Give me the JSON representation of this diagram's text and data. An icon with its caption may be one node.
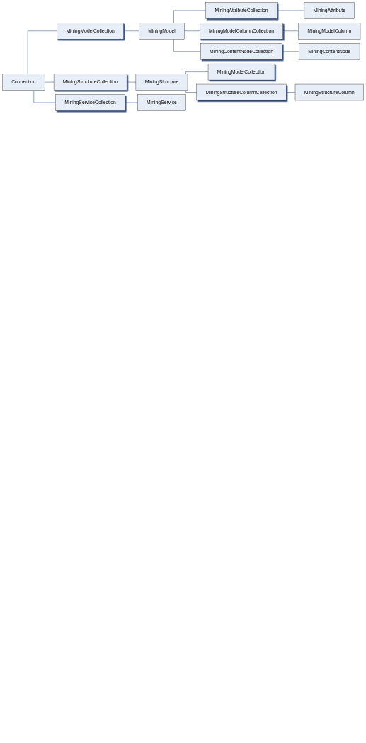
{
  "diagram": {
    "nodes": [
      {
        "text": [
          "Connection"
        ]
      },
      {
        "text": [
          "MiningModelCollection"
        ]
      },
      {
        "text": [
          "MiningModel"
        ]
      },
      {
        "text": [
          "MiningAttributeCollection"
        ]
      },
      {
        "text": [
          "MiningAttribute"
        ]
      },
      {
        "text": [
          "MiningModelColumnCollection"
        ]
      },
      {
        "text": [
          "MiningModelColumn"
        ]
      },
      {
        "text": [
          "MiningContentNodeCollection"
        ]
      },
      {
        "text": [
          "MiningContentNode"
        ]
      },
      {
        "text": [
          "MiningStructureCollection"
        ]
      },
      {
        "text": [
          "MiningStructure"
        ]
      },
      {
        "text": [
          "MiningModelCollection"
        ]
      },
      {
        "text": [
          "MiningStructureColumnCollection"
        ]
      },
      {
        "text": [
          "MiningStructureColumn"
        ]
      },
      {
        "text": [
          "MiningServiceCollection"
        ]
      },
      {
        "text": [
          "MiningService"
        ]
      }
    ],
    "edges": [
      {
        "from": 0,
        "to": 1,
        "arrow": "none"
      },
      {
        "from": 1,
        "to": 2,
        "arrow": "none"
      },
      {
        "from": 2,
        "to": 3,
        "arrow": "none"
      },
      {
        "from": 3,
        "to": 4,
        "arrow": "none"
      },
      {
        "from": 2,
        "to": 5,
        "arrow": "none"
      },
      {
        "from": 5,
        "to": 6,
        "arrow": "none"
      },
      {
        "from": 2,
        "to": 7,
        "arrow": "none"
      },
      {
        "from": 7,
        "to": 8,
        "arrow": "none"
      },
      {
        "from": 0,
        "to": 9,
        "arrow": "none"
      },
      {
        "from": 9,
        "to": 10,
        "arrow": "none"
      },
      {
        "from": 10,
        "to": 11,
        "arrow": "none"
      },
      {
        "from": 10,
        "to": 12,
        "arrow": "none"
      },
      {
        "from": 12,
        "to": 13,
        "arrow": "none"
      },
      {
        "from": 0,
        "to": 14,
        "arrow": "none"
      },
      {
        "from": 14,
        "to": 15,
        "arrow": "none"
      }
    ]
  }
}
